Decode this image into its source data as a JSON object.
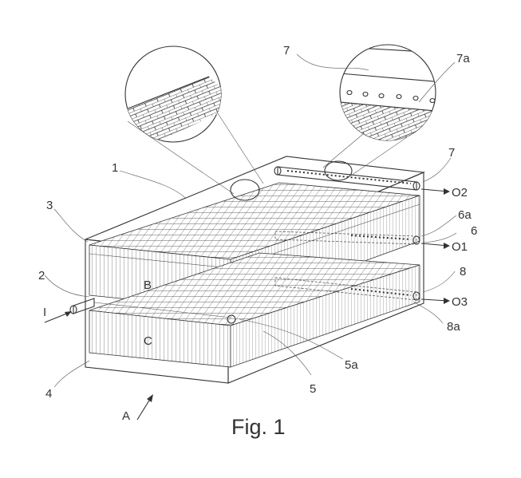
{
  "figure": {
    "caption": "Fig. 1",
    "labels": {
      "l1": "1",
      "l2": "2",
      "l3": "3",
      "l4": "4",
      "l5": "5",
      "l5a": "5a",
      "l6": "6",
      "l6a": "6a",
      "l7_top": "7",
      "l7a": "7a",
      "l7_right": "7",
      "l8": "8",
      "l8a": "8a",
      "inlet": "I",
      "o1": "O1",
      "o2": "O2",
      "o3": "O3",
      "view": "A",
      "block_b": "B",
      "block_c": "C"
    }
  }
}
